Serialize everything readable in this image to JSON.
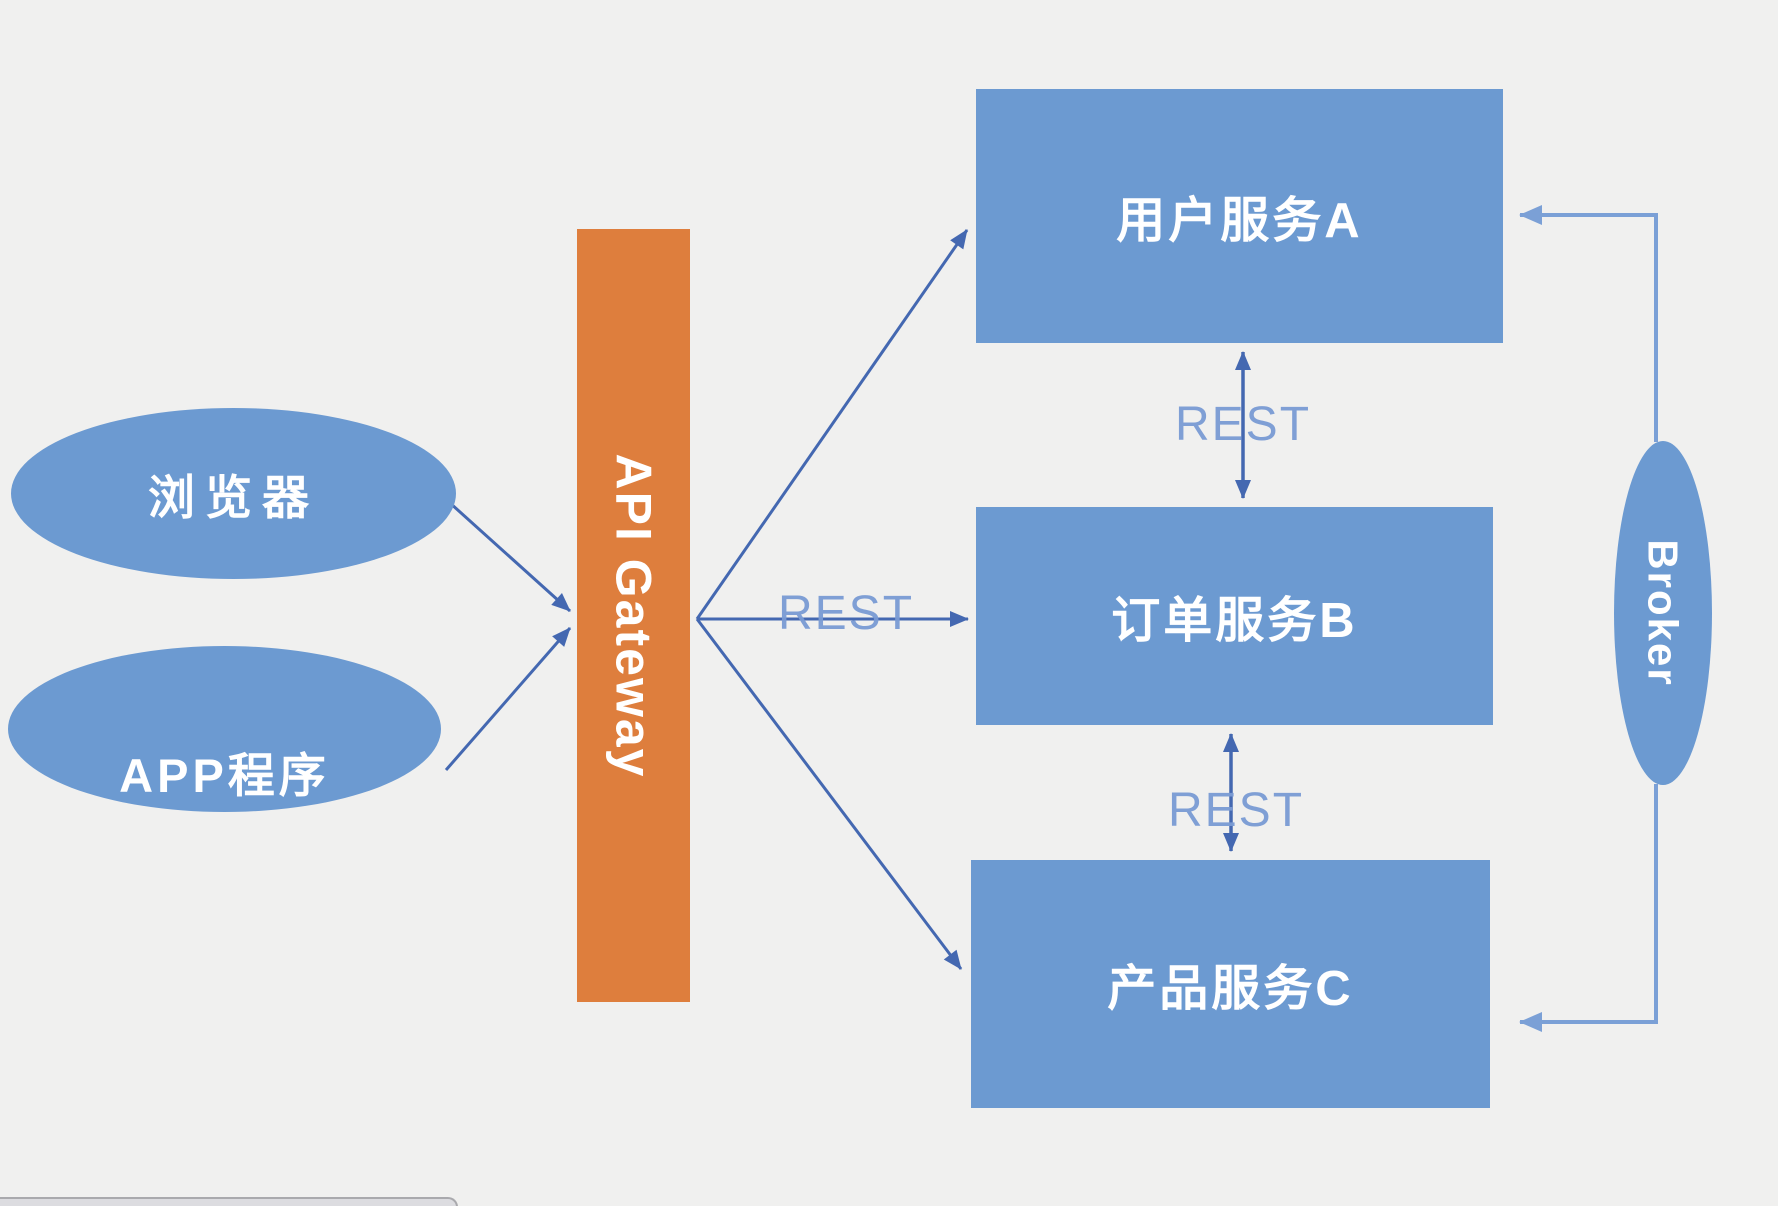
{
  "diagram": {
    "title": "API Gateway microservice architecture diagram",
    "background": "#f0f0ef",
    "colors": {
      "node_blue": "#6c9ad1",
      "gateway_orange": "#de7e3d",
      "arrow_dark": "#4468b1",
      "arrow_light": "#7ba0d6",
      "rest_label_blue": "#7a9bd4"
    },
    "clients": [
      {
        "label": "浏览器"
      },
      {
        "label": "APP程序"
      }
    ],
    "gateway": {
      "label": "API Gateway"
    },
    "services": [
      {
        "label": "用户服务A"
      },
      {
        "label": "订单服务B"
      },
      {
        "label": "产品服务C"
      }
    ],
    "broker": {
      "label": "Broker"
    },
    "edge_labels": {
      "gateway_to_service_b": "REST",
      "service_a_to_service_b": "REST",
      "service_b_to_service_c": "REST"
    }
  }
}
